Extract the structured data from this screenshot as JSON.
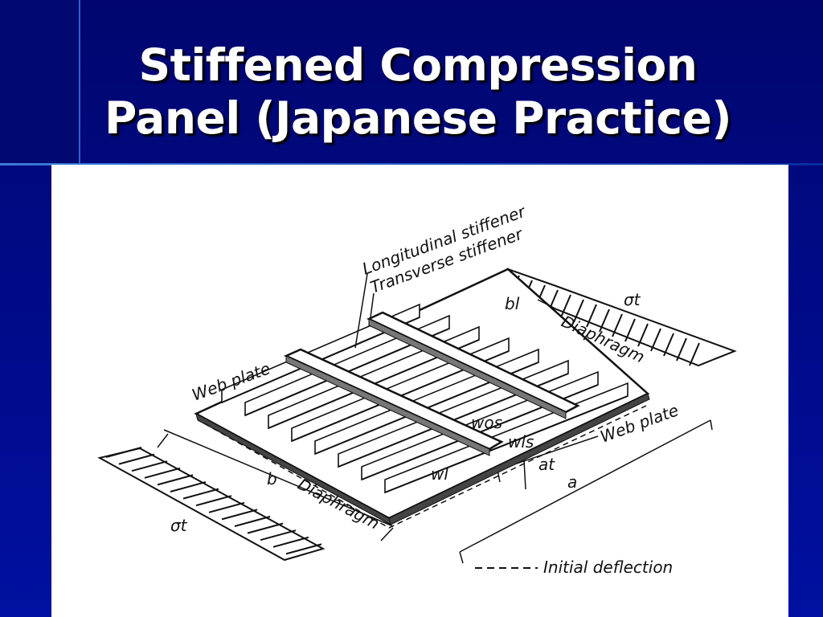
{
  "slide": {
    "title_line1": "Stiffened Compression",
    "title_line2": "Panel (Japanese Practice)"
  },
  "diagram": {
    "labels": {
      "longitudinal_stiffener": "Longitudinal stiffener",
      "transverse_stiffener": "Transverse stiffener",
      "web_plate_left": "Web plate",
      "web_plate_right": "Web plate",
      "diaphragm_top": "Diaphragm",
      "diaphragm_bottom": "Diaphragm",
      "sigma_top": "σt",
      "sigma_bottom": "σt",
      "b_l": "bl",
      "b": "b",
      "a_t": "at",
      "a": "a",
      "w_os": "wos",
      "w_ls": "wls",
      "w_l": "wl",
      "legend_initial_deflection": "Initial deflection"
    }
  },
  "colors": {
    "background": "#000a80",
    "accent_line": "#2f63d6",
    "title_text": "#ffffff",
    "figure_bg": "#ffffff",
    "ink": "#111111"
  }
}
